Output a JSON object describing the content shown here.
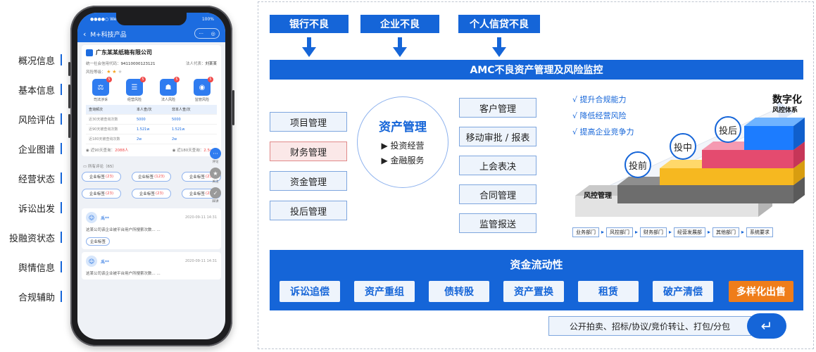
{
  "features": [
    "概况信息",
    "基本信息",
    "风险评估",
    "企业图谱",
    "经营状态",
    "诉讼出发",
    "投融资状态",
    "舆情信息",
    "合规辅助"
  ],
  "phone": {
    "status": {
      "carrier": "●●●●○ WeChat",
      "battery": "100%"
    },
    "nav": {
      "back": "‹",
      "title": "M+科技产品",
      "more": "···",
      "target": "◎"
    },
    "company": {
      "name": "广东某某纸箱有限公司",
      "code_label": "统一社会信用代码：",
      "code": "94110000123121",
      "rep_label": "法人代表：",
      "rep": "刘某某",
      "risk_label": "风险等级：",
      "stars": [
        "★",
        "★",
        "★"
      ]
    },
    "icons": [
      {
        "label": "司法涉诉",
        "badge": "5",
        "glyph": "⚖"
      },
      {
        "label": "经营风险",
        "badge": "5",
        "glyph": "☰"
      },
      {
        "label": "法人风险",
        "badge": "5",
        "glyph": "☗"
      },
      {
        "label": "监管风险",
        "badge": "5",
        "glyph": "◉"
      }
    ],
    "table": {
      "headers": [
        "查询频次",
        "本人查/次",
        "非本人查/次"
      ],
      "rows": [
        [
          "近30天被查询次数",
          "5000",
          "5000"
        ],
        [
          "近90天被查询次数",
          "1.521w",
          "1.521w"
        ],
        [
          "近180天被查询次数",
          "2w",
          "2w"
        ]
      ]
    },
    "views": {
      "left_label": "近90天查询：",
      "left_value": "2088人",
      "right_label": "近180天查询：",
      "right_value": "2.5w人"
    },
    "float": [
      {
        "label": "评论",
        "glyph": "···"
      },
      {
        "label": "关注",
        "glyph": "★"
      },
      {
        "label": "踩讲",
        "glyph": "✓"
      }
    ],
    "comments_title": "所有评论（65）",
    "tags": [
      {
        "label": "企业标签",
        "count": "(23)"
      },
      {
        "label": "企业标签",
        "count": "(123)"
      },
      {
        "label": "企业标签",
        "count": "(23)"
      },
      {
        "label": "企业标签",
        "count": "(23)"
      },
      {
        "label": "企业标签",
        "count": "(23)"
      },
      {
        "label": "企业标签",
        "count": "(23)"
      }
    ],
    "comments": [
      {
        "name": "禹**",
        "date": "2020-09-11 14:31",
        "text": "这某公司该企业被平台用户所搜索次数...  ...",
        "tag": "企业标签"
      },
      {
        "name": "禹**",
        "date": "2020-09-11 14:31",
        "text": "这某公司该企业被平台用户所搜索次数...  ..."
      }
    ]
  },
  "diagram": {
    "sources": [
      "银行不良",
      "企业不良",
      "个人信贷不良"
    ],
    "banner": "AMC不良资产管理及风险监控",
    "left_modules": [
      "项目管理",
      "财务管理",
      "资金管理",
      "投后管理"
    ],
    "center": {
      "title": "资产管理",
      "items": [
        "▶ 投资经营",
        "▶ 金融服务"
      ]
    },
    "right_modules": [
      "客户管理",
      "移动审批 / 报表",
      "上会表决",
      "合同管理",
      "监管报送"
    ],
    "checks": [
      "√ 提升合规能力",
      "√ 降低经营风险",
      "√ 提高企业竞争力"
    ],
    "digital_title": "数字化",
    "digital_sub": "风控体系",
    "steps": [
      "投前",
      "投中",
      "投后"
    ],
    "risk_label": "风控管理",
    "departments": [
      "业务部门",
      "风控部门",
      "财务部门",
      "经营发展部",
      "其他部门",
      "系统要求"
    ],
    "liquidity": {
      "title": "资金流动性",
      "items": [
        "诉讼追偿",
        "资产重组",
        "债转股",
        "资产置换",
        "租赁",
        "破产清偿",
        "多样化出售"
      ]
    },
    "auction": "公开拍卖、招标/协议/竞价转让、打包/分包",
    "colors": {
      "primary": "#1565d8",
      "accent": "#ef7d1a",
      "light": "#eef4fc"
    }
  }
}
